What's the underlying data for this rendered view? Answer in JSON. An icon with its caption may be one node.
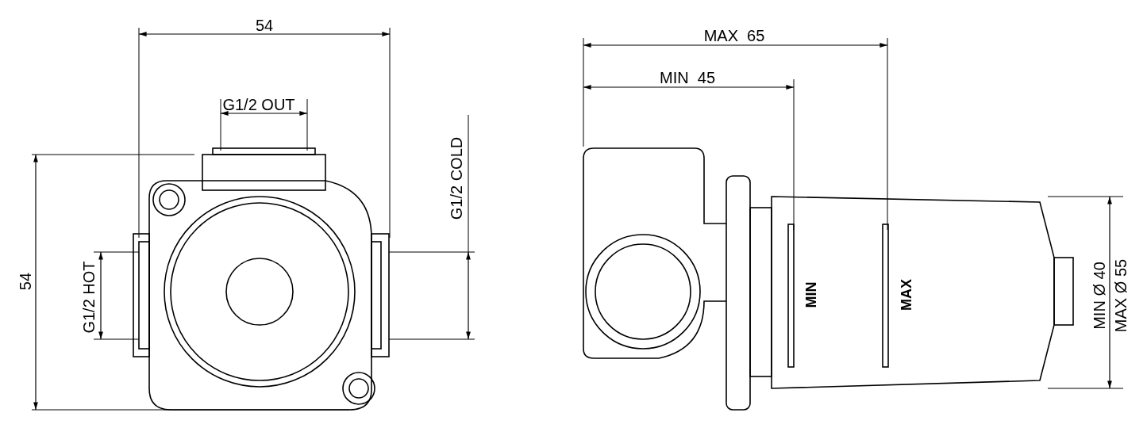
{
  "diagram": {
    "labels": [
      "54",
      "G1/2 OUT",
      "G1/2 COLD",
      "54",
      "G1/2 HOT",
      "MAX  65",
      "MIN  45",
      "MIN",
      "MAX",
      "MIN Ø 40",
      "MAX Ø 55"
    ]
  }
}
